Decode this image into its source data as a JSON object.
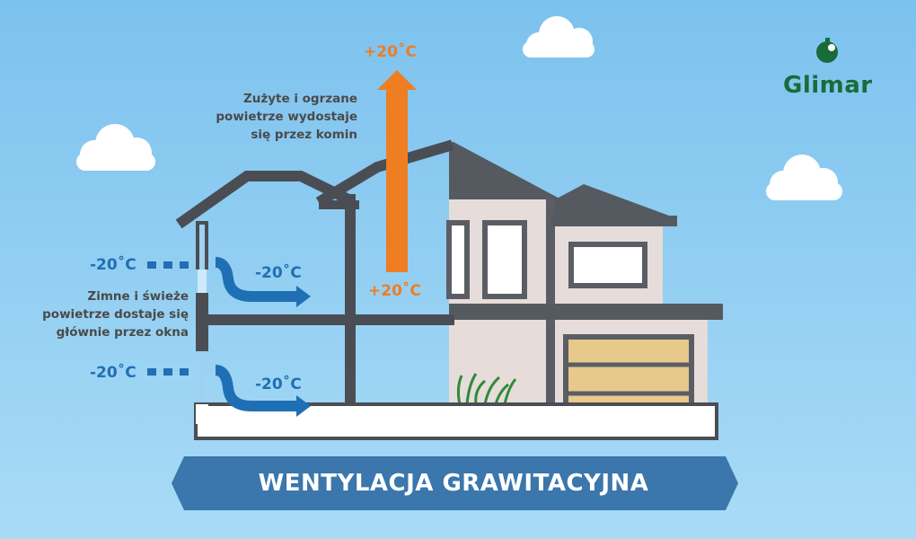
{
  "brand": {
    "name": "Glimar",
    "color": "#1a6b3a"
  },
  "chimney": {
    "top_temp": "+20˚C",
    "bottom_temp": "+20˚C",
    "description_lines": [
      "Zużyte i ogrzane",
      "powietrze wydostaje",
      "się przez komin"
    ],
    "color": "#ef7d22"
  },
  "intake": {
    "upper_outside_temp": "-20˚C",
    "upper_inside_temp": "-20˚C",
    "lower_outside_temp": "-20˚C",
    "lower_inside_temp": "-20˚C",
    "description_lines": [
      "Zimne i świeże",
      "powietrze dostaje się",
      "głównie przez okna"
    ],
    "color": "#1f6fb4"
  },
  "banner": {
    "title": "WENTYLACJA GRAWITACYJNA",
    "color": "#3b76ad"
  }
}
